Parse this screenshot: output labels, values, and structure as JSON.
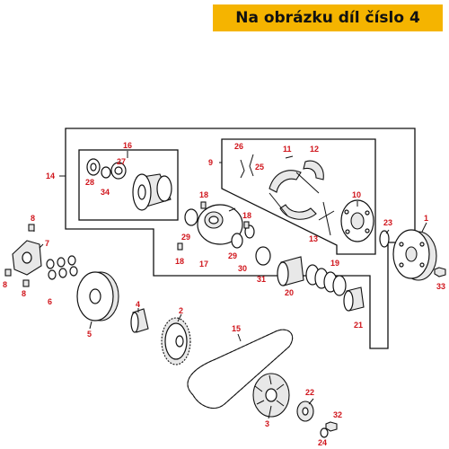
{
  "header": {
    "title": "Na obrázku díl číslo 4"
  },
  "labels": {
    "l1": "1",
    "l2": "2",
    "l3": "3",
    "l4": "4",
    "l5": "5",
    "l6": "6",
    "l7": "7",
    "l8a": "8",
    "l8b": "8",
    "l8c": "8",
    "l9": "9",
    "l10": "10",
    "l11": "11",
    "l12": "12",
    "l13": "13",
    "l14": "14",
    "l15": "15",
    "l16": "16",
    "l17": "17",
    "l18a": "18",
    "l18b": "18",
    "l18c": "18",
    "l19": "19",
    "l20": "20",
    "l21": "21",
    "l22": "22",
    "l23": "23",
    "l24": "24",
    "l25": "25",
    "l26": "26",
    "l27": "27",
    "l28": "28",
    "l29a": "29",
    "l29b": "29",
    "l30": "30",
    "l31": "31",
    "l32": "32",
    "l33": "33",
    "l34": "34"
  },
  "colors": {
    "banner_bg": "#f5b400",
    "label_red": "#d0141b"
  }
}
